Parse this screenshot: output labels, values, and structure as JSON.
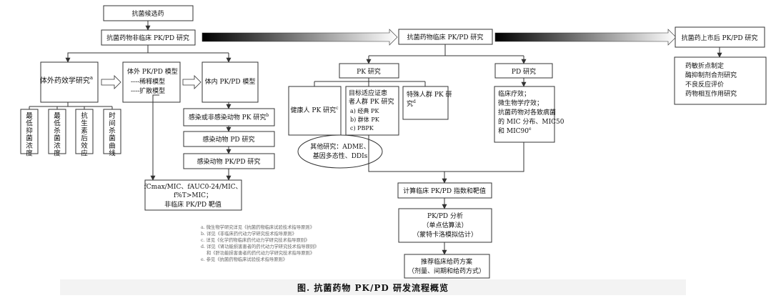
{
  "boxes": {
    "candidate": "抗菌候选药",
    "nonclinical": "抗菌药物非临床 PK/PD 研究",
    "clinical": "抗菌药物临床 PK/PD 研究",
    "postmarket": "抗菌药上市后 PK/PD 研究",
    "invitro_pd": "体外药效学研究",
    "invitro_pd_sup": "a",
    "invitro_model": [
      "体外 PK/PD 模型",
      "----稀释模型",
      "----扩散模型"
    ],
    "invivo_model": "体内 PK/PD 模型",
    "infection_pk": "感染或非感染动物 PK 研究",
    "infection_pk_sup": "b",
    "animal_pd": "感染动物 PD 研究",
    "animal_pkpd": "感染动物 PK/PD 研究",
    "targets": [
      "fCmax/MIC、fAUC0-24/MIC、",
      "f%T>MIC；",
      "非临床 PK/PD 靶值"
    ],
    "pk_study": "PK 研究",
    "pd_study": "PD 研究",
    "healthy_pk": "健康人 PK 研究",
    "healthy_pk_sup": "c",
    "target_pop": [
      "目标适应证患",
      "者人群 PK 研究"
    ],
    "target_pop_items": [
      "a)    经典 PK",
      "b)    群体 PK",
      "c)    PBPK"
    ],
    "special_pk": [
      "特殊人群 PK 研",
      "究"
    ],
    "special_pk_sup": "d",
    "other": [
      "其他研究：ADME、",
      "基因多态性、DDIs"
    ],
    "pd_detail": [
      "临床疗效；",
      "微生物学疗效；",
      "抗菌药物对各致病菌",
      "的 MIC 分布、MIC50",
      "和 MIC90"
    ],
    "pd_detail_sup": "e",
    "calc": "计算临床 PK/PD 指数和靶值",
    "analysis": [
      "PK/PD 分析",
      "（单点估算法）",
      "（蒙特卡洛模拟估计）"
    ],
    "recommend": [
      "推荐临床给药方案",
      "（剂量、间期和给药方式）"
    ],
    "post_items": [
      "药敏折点制定",
      "酶抑制剂合剂研究",
      "不良反应评价",
      "药物相互作用研究"
    ]
  },
  "vertical_labels": [
    "最低抑菌浓度",
    "最低杀菌浓度",
    "抗生素后效应",
    "时间杀菌曲线"
  ],
  "footnotes": [
    "a. 微生物学研究详见《抗菌药物临床试验技术指导原则》",
    "b. 详见《非临床药代动力学研究技术指导原则》",
    "c. 详见《化学药物临床药代动力学研究技术指导原则》",
    "d. 详见《肾功能损害患者的药代动力学研究技术指导原则》",
    "和《肝功能损害患者的药代动力学研究技术指导原则》",
    "e. 参见《抗菌药物临床试验技术指导原则》"
  ],
  "caption": "图. 抗菌药物 PK/PD 研发流程概览"
}
